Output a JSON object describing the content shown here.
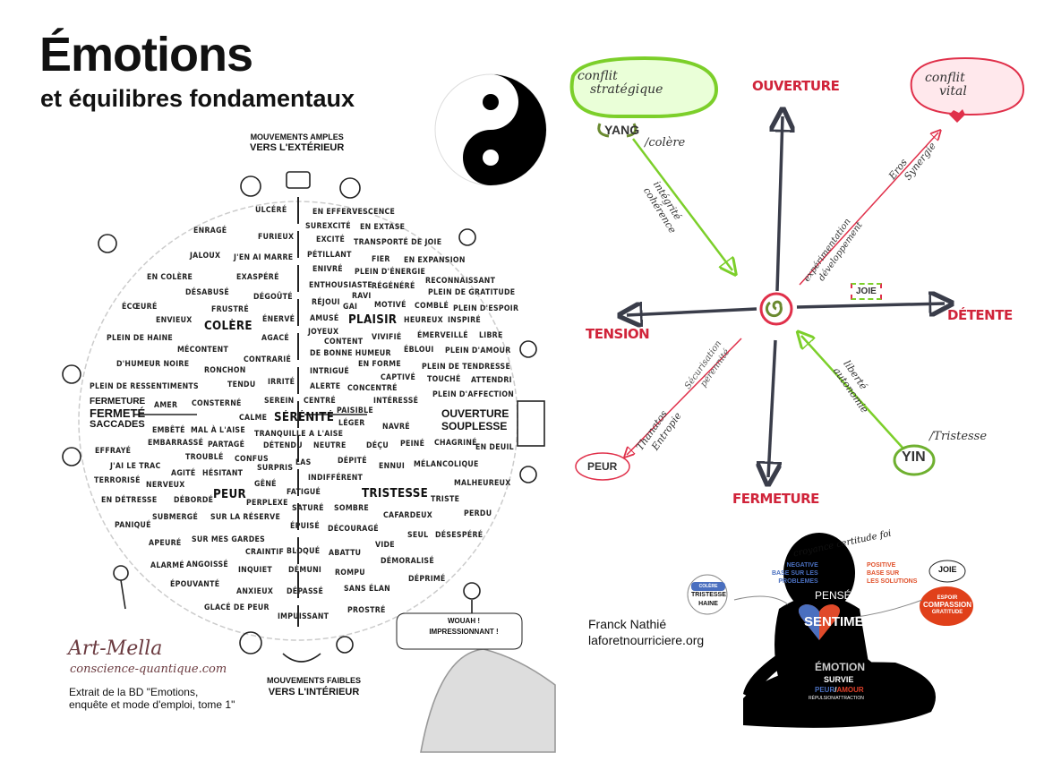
{
  "title": {
    "main": "Émotions",
    "subtitle": "et équilibres fondamentaux"
  },
  "wheel": {
    "top_label": [
      "MOUVEMENTS AMPLES",
      "VERS L'EXTÉRIEUR"
    ],
    "bottom_label": [
      "MOUVEMENTS FAIBLES",
      "VERS L'INTÉRIEUR"
    ],
    "left_label": [
      "FERMETURE",
      "FERMETÉ",
      "SACCADES"
    ],
    "right_label": [
      "OUVERTURE",
      "SOUPLESSE"
    ],
    "centers": [
      "COLÈRE",
      "PLAISIR",
      "SÉRÉNITÉ",
      "PEUR",
      "TRISTESSE"
    ],
    "words": [
      "ULCÉRÉ",
      "ENRAGÉ",
      "FURIEUX",
      "JALOUX",
      "J'EN AI MARRE",
      "EN COLÈRE",
      "EXASPÉRÉ",
      "DÉSABUSÉ",
      "DÉGOÛTÉ",
      "ÉCŒURÉ",
      "FRUSTRÉ",
      "ENVIEUX",
      "ÉNERVÉ",
      "PLEIN DE HAINE",
      "AGACÉ",
      "MÉCONTENT",
      "D'HUMEUR NOIRE",
      "CONTRARIÉ",
      "RONCHON",
      "PLEIN DE RESSENTIMENTS",
      "TENDU",
      "IRRITÉ",
      "EN EFFERVESCENCE",
      "SUREXCITÉ",
      "EN EXTASE",
      "EXCITÉ",
      "TRANSPORTÉ DE JOIE",
      "PÉTILLANT",
      "FIER",
      "EN EXPANSION",
      "ENIVRÉ",
      "PLEIN D'ÉNERGIE",
      "ENTHOUSIASTE",
      "RÉGÉNÉRÉ",
      "RECONNAISSANT",
      "PLEIN DE GRATITUDE",
      "RAVI",
      "RÉJOUI",
      "GAI",
      "MOTIVÉ",
      "COMBLÉ",
      "PLEIN D'ESPOIR",
      "AMUSÉ",
      "HEUREUX",
      "INSPIRÉ",
      "JOYEUX",
      "ÉMERVEILLÉ",
      "LIBRE",
      "CONTENT",
      "VIVIFIÉ",
      "DE BONNE HUMEUR",
      "ÉBLOUI",
      "PLEIN D'AMOUR",
      "EN FORME",
      "PLEIN DE TENDRESSE",
      "INTRIGUÉ",
      "CAPTIVÉ",
      "TOUCHÉ",
      "ATTENDRI",
      "ALERTE",
      "CONCENTRÉ",
      "PLEIN D'AFFECTION",
      "AMER",
      "CONSTERNÉ",
      "SEREIN",
      "CENTRÉ",
      "INTÉRESSÉ",
      "CALME",
      "PAISIBLE",
      "LÉGER",
      "NAVRÉ",
      "EMBÊTÉ",
      "MAL À L'AISE",
      "TRANQUILLE",
      "A L'AISE",
      "EMBARRASSÉ",
      "PARTAGÉ",
      "DÉTENDU",
      "NEUTRE",
      "DÉÇU",
      "PEINÉ",
      "CHAGRINÉ",
      "EN DEUIL",
      "EFFRAYÉ",
      "TROUBLÉ",
      "CONFUS",
      "LAS",
      "DÉPITÉ",
      "ENNUI",
      "MÉLANCOLIQUE",
      "J'AI LE TRAC",
      "AGITÉ",
      "HÉSITANT",
      "SURPRIS",
      "INDIFFÉRENT",
      "TERRORISÉ",
      "NERVEUX",
      "GÊNÉ",
      "MALHEUREUX",
      "FATIGUÉ",
      "TRISTE",
      "EN DÉTRESSE",
      "DÉBORDÉ",
      "PERPLEXE",
      "SATURÉ",
      "SOMBRE",
      "CAFARDEUX",
      "PERDU",
      "SUBMERGÉ",
      "SUR LA RÉSERVE",
      "PANIQUÉ",
      "ÉPUISÉ",
      "DÉCOURAGÉ",
      "SEUL",
      "DÉSESPÉRÉ",
      "APEURÉ",
      "SUR MES GARDES",
      "VIDE",
      "CRAINTIF",
      "BLOQUÉ",
      "ABATTU",
      "DÉMORALISÉ",
      "ALARMÉ",
      "ANGOISSÉ",
      "INQUIET",
      "DÉMUNI",
      "ROMPU",
      "DÉPRIMÉ",
      "ÉPOUVANTÉ",
      "ANXIEUX",
      "DÉPASSÉ",
      "SANS ÉLAN",
      "GLACÉ DE PEUR",
      "IMPUISSANT",
      "PROSTRÉ"
    ],
    "speech_bubble": [
      "WOUAH !",
      "IMPRESSIONNANT !"
    ]
  },
  "credits_left": {
    "author": "Art-Mella",
    "site": "conscience-quantique.com",
    "caption": [
      "Extrait de la BD \"Emotions,",
      "enquête et mode d'emploi, tome 1\""
    ]
  },
  "diagram": {
    "axes": {
      "top": "OUVERTURE",
      "bottom": "FERMETURE",
      "left": "TENSION",
      "right": "DÉTENTE"
    },
    "yang": {
      "cloud": [
        "conflit",
        "stratégique"
      ],
      "label": "YANG",
      "emotion": "/colère",
      "arrow": [
        "intégrité",
        "cohérence"
      ]
    },
    "vital": {
      "cloud": [
        "conflit",
        "vital"
      ],
      "arrow": [
        "Eros",
        "Synergie"
      ]
    },
    "center_arrow": [
      "expérimentation",
      "développement"
    ],
    "joie": "JOIE",
    "peur": {
      "label": "PEUR",
      "arrow": [
        "Sécurisation",
        "pérennité"
      ],
      "arrow2": [
        "Thanatos",
        "Entropie"
      ]
    },
    "yin": {
      "label": "YIN",
      "emotion": "/Tristesse",
      "arrow": [
        "liberté",
        "autonomie"
      ]
    },
    "colors": {
      "green": "#7ccf2a",
      "red": "#e0304a",
      "dark": "#3a3d4a"
    }
  },
  "credits_right": {
    "author": "Franck Nathié",
    "site": "laforetnourriciere.org"
  },
  "meditation": {
    "arc": "croyance certitude foi",
    "negative": [
      "NEGATIVE",
      "BASE SUR LES",
      "PROBLEMES"
    ],
    "positive": [
      "POSITIVE",
      "BASE SUR",
      "LES SOLUTIONS"
    ],
    "pensees": "PENSÉES",
    "sentiment": "SENTIMENT",
    "emotion": "ÉMOTION",
    "survie": "SURVIE",
    "peur": "PEUR",
    "slash": "/",
    "amour": "AMOUR",
    "repulsion": "RÉPULSION/ATTRACTION",
    "left_tag": [
      "TRISTESSE",
      "HAINE"
    ],
    "left_small": "COLÈRE",
    "joie": "JOIE",
    "right_tag": [
      "ESPOIR",
      "COMPASSION",
      "GRATITUDE"
    ]
  }
}
